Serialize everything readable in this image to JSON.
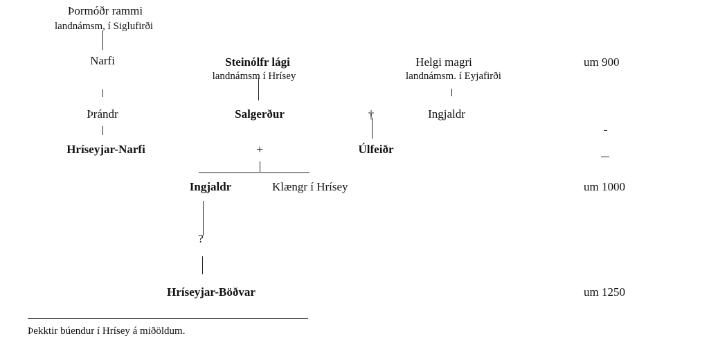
{
  "people": {
    "thormodr": {
      "name": "Þormóðr rammi",
      "note": "landnámsm, í Siglufirði"
    },
    "narfi": "Narfi",
    "thrandr": "Þrándr",
    "hriseyjar_narfi": "Hríseyjar-Narfi",
    "steinolfr": {
      "name": "Steinólfr lági",
      "note": "landnámsm í Hrísey"
    },
    "salgerdur": "Salgerður",
    "helgi": {
      "name": "Helgi magri",
      "note": "landnámsm. í Eyjafirði"
    },
    "ingjaldr_helgason": "Ingjaldr",
    "ulfeidr": "Úlfeiðr",
    "ingjaldr": "Ingjaldr",
    "klaengr": "Klængr í Hrísey",
    "bodvar": "Hríseyjar-Böðvar"
  },
  "symbols": {
    "marriage": "+",
    "deceased": "†",
    "uncertain": "?"
  },
  "dates": [
    "um 900",
    "um 1000",
    "um 1250"
  ],
  "caption": "Þekktir búendur í Hrísey á miðöldum."
}
